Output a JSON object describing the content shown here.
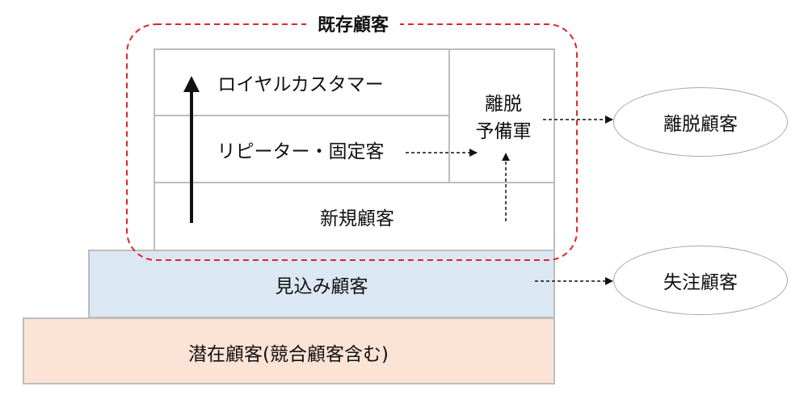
{
  "diagram": {
    "title": "既存顧客",
    "segments": {
      "loyal": "ロイヤルカスタマー",
      "repeater": "リピーター・固定客",
      "new": "新規顧客",
      "churn_reserve_line1": "離脱",
      "churn_reserve_line2": "予備軍",
      "prospect": "見込み顧客",
      "potential": "潜在顧客(競合顧客含む)"
    },
    "outcomes": {
      "churned": "離脱顧客",
      "lost": "失注顧客"
    },
    "colors": {
      "dashed_border": "#e0242c",
      "prospect_fill": "#dbe7f3",
      "potential_fill": "#fbe3d6",
      "box_border": "#bdbdbd",
      "ellipse_border": "#a6a6a6",
      "arrow": "#111111"
    }
  }
}
